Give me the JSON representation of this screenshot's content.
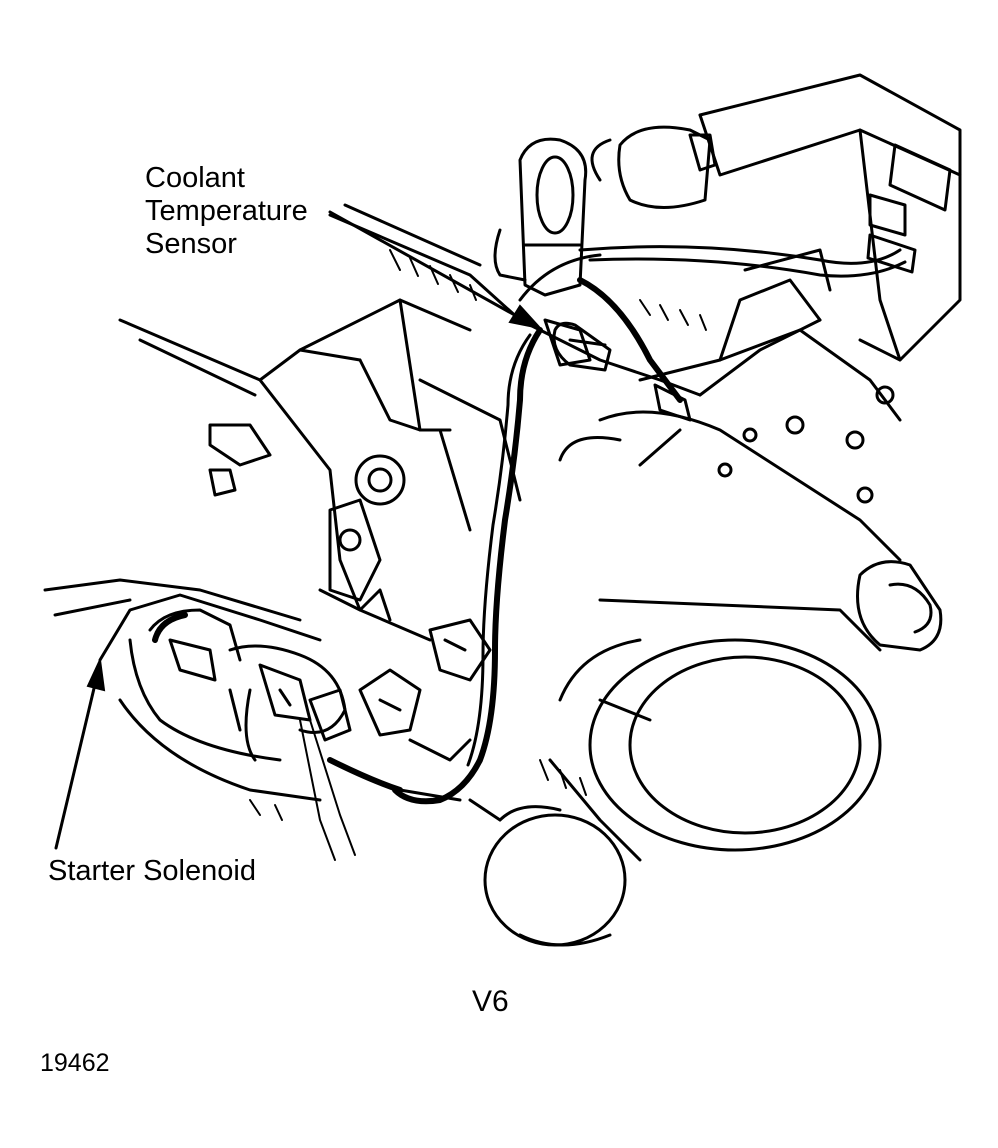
{
  "labels": {
    "coolant_line1": "Coolant",
    "coolant_line2": "Temperature",
    "coolant_line3": "Sensor",
    "starter": "Starter Solenoid",
    "engine": "V6",
    "figure_number": "19462"
  },
  "colors": {
    "ink": "#000000",
    "paper": "#ffffff"
  }
}
